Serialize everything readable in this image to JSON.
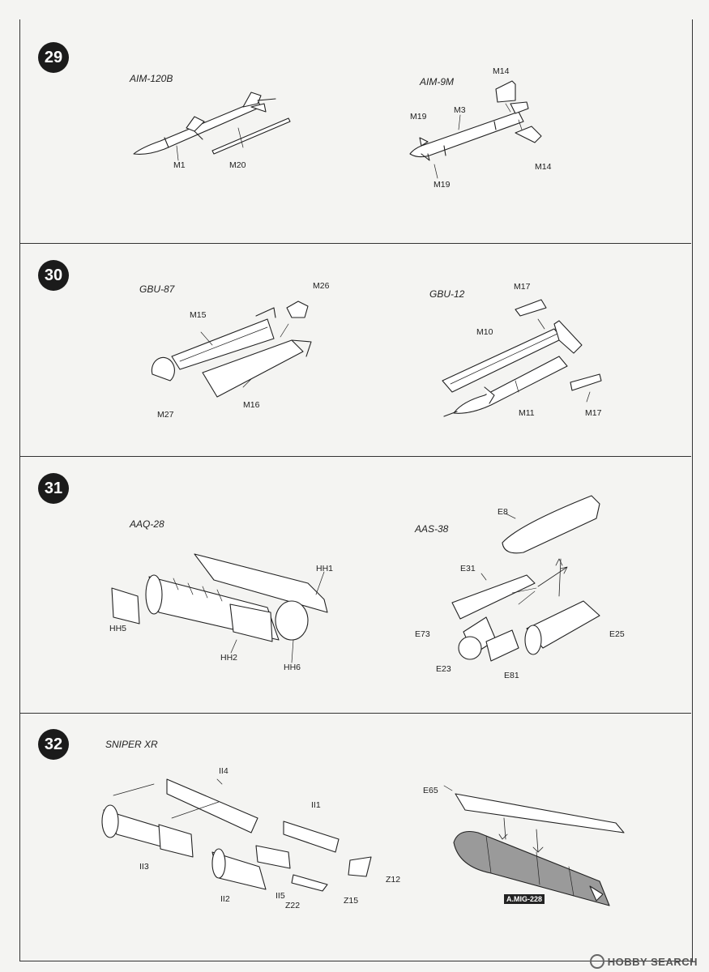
{
  "steps": [
    {
      "number": "29",
      "assemblies": [
        {
          "title": "AIM-120B",
          "parts": [
            "M1",
            "M20"
          ]
        },
        {
          "title": "AIM-9M",
          "parts": [
            "M14",
            "M3",
            "M19",
            "M14",
            "M19"
          ]
        }
      ]
    },
    {
      "number": "30",
      "assemblies": [
        {
          "title": "GBU-87",
          "parts": [
            "M26",
            "M15",
            "M27",
            "M16"
          ]
        },
        {
          "title": "GBU-12",
          "parts": [
            "M17",
            "M10",
            "M11",
            "M17"
          ]
        }
      ]
    },
    {
      "number": "31",
      "assemblies": [
        {
          "title": "AAQ-28",
          "parts": [
            "HH1",
            "HH5",
            "HH2",
            "HH6"
          ]
        },
        {
          "title": "AAS-38",
          "parts": [
            "E8",
            "E31",
            "E73",
            "E25",
            "E23",
            "E81"
          ]
        }
      ]
    },
    {
      "number": "32",
      "assemblies": [
        {
          "title": "SNIPER XR",
          "parts": [
            "II4",
            "II1",
            "II3",
            "Z12",
            "II2",
            "II5",
            "Z15",
            "Z22"
          ]
        },
        {
          "title": "",
          "parts": [
            "E65"
          ],
          "paint_label": "A.MIG-228"
        }
      ]
    }
  ],
  "watermark": "HOBBY SEARCH",
  "colors": {
    "badge": "#1b1b1b",
    "line": "#333333",
    "pod_paint": "#9a9a9a",
    "paint_label_bg": "#222222"
  }
}
